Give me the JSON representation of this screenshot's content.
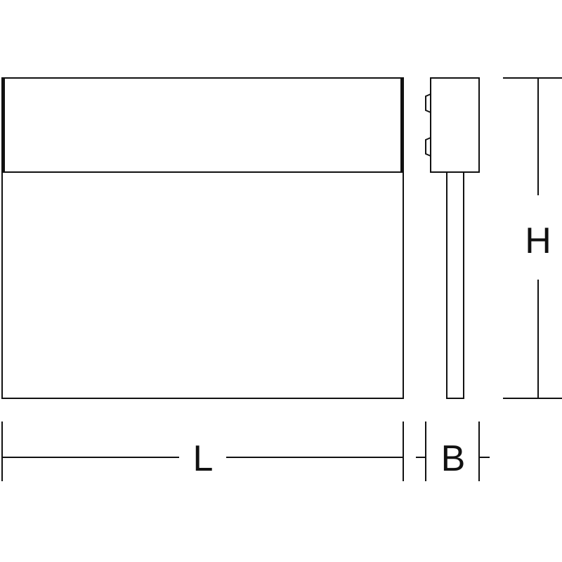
{
  "diagram": {
    "line_color": "#111111",
    "background": "#ffffff",
    "dimensions": {
      "length_label": "L",
      "depth_label": "B",
      "height_label": "H"
    }
  }
}
